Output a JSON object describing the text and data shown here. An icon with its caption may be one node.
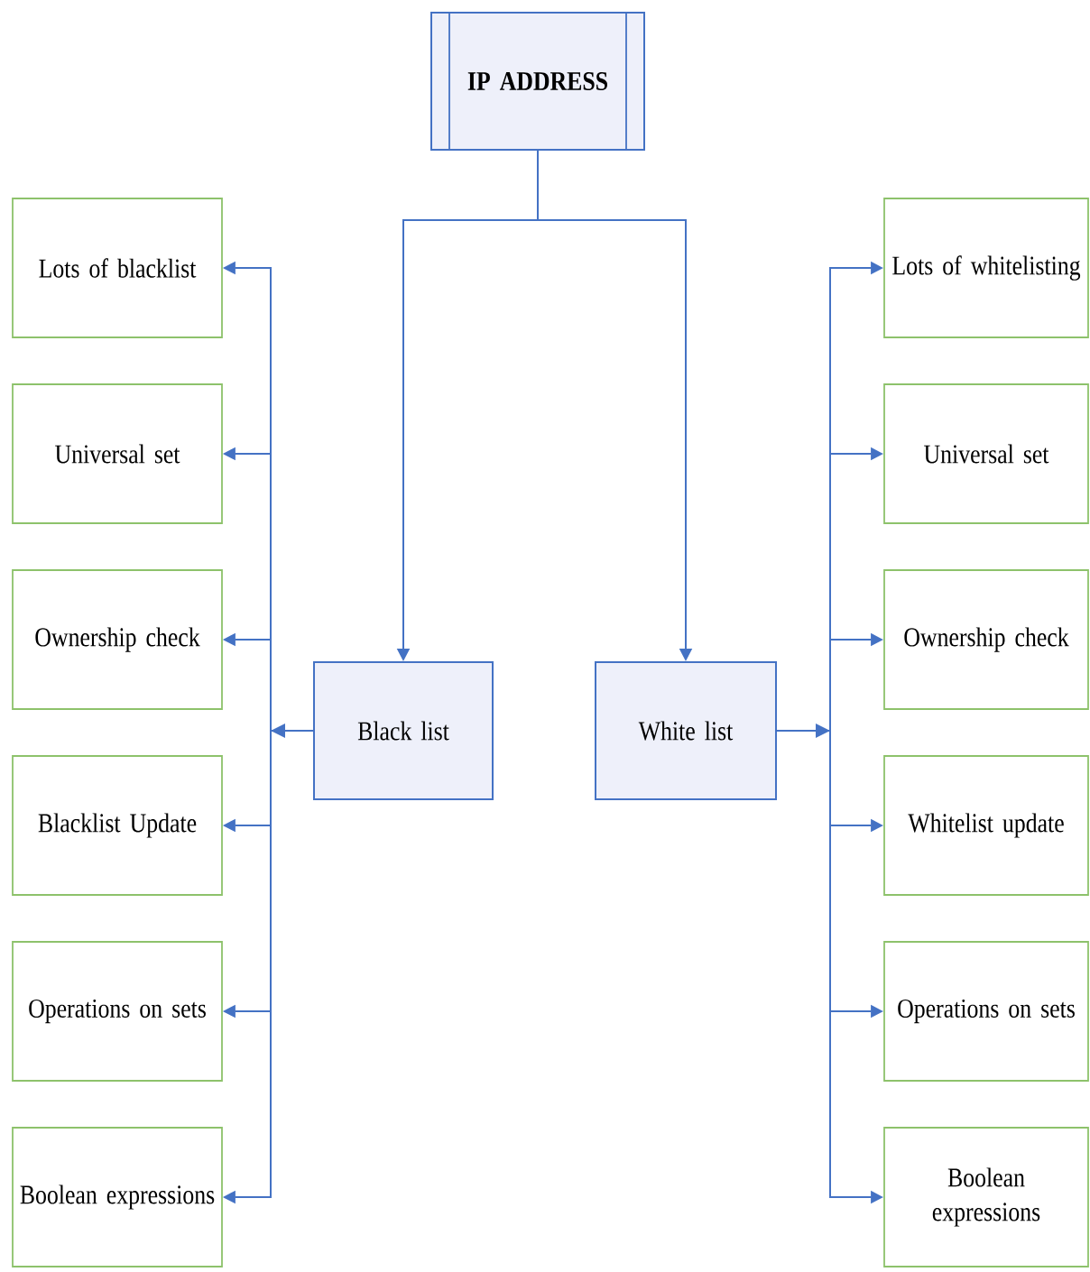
{
  "diagram": {
    "nodes": [
      {
        "text": [
          "IP ADDRESS"
        ]
      },
      {
        "text": [
          "Black list"
        ]
      },
      {
        "text": [
          "White list"
        ]
      },
      {
        "text": [
          "Lots of blacklist"
        ]
      },
      {
        "text": [
          "Universal set"
        ]
      },
      {
        "text": [
          "Ownership check"
        ]
      },
      {
        "text": [
          "Blacklist Update"
        ]
      },
      {
        "text": [
          "Operations on sets"
        ]
      },
      {
        "text": [
          "Boolean expressions"
        ]
      },
      {
        "text": [
          "Lots of whitelisting"
        ]
      },
      {
        "text": [
          "Universal set"
        ]
      },
      {
        "text": [
          "Ownership check"
        ]
      },
      {
        "text": [
          "Whitelist update"
        ]
      },
      {
        "text": [
          "Operations on sets"
        ]
      },
      {
        "text": [
          "Boolean expressions"
        ]
      }
    ],
    "edges": [
      {
        "from": 0,
        "to": 1,
        "arrow": "to"
      },
      {
        "from": 0,
        "to": 2,
        "arrow": "to"
      },
      {
        "from": 1,
        "to": 3,
        "arrow": "to"
      },
      {
        "from": 1,
        "to": 4,
        "arrow": "to"
      },
      {
        "from": 1,
        "to": 5,
        "arrow": "to"
      },
      {
        "from": 1,
        "to": 6,
        "arrow": "to"
      },
      {
        "from": 1,
        "to": 7,
        "arrow": "to"
      },
      {
        "from": 1,
        "to": 8,
        "arrow": "to"
      },
      {
        "from": 2,
        "to": 9,
        "arrow": "to"
      },
      {
        "from": 2,
        "to": 10,
        "arrow": "to"
      },
      {
        "from": 2,
        "to": 11,
        "arrow": "to"
      },
      {
        "from": 2,
        "to": 12,
        "arrow": "to"
      },
      {
        "from": 2,
        "to": 13,
        "arrow": "to"
      },
      {
        "from": 2,
        "to": 14,
        "arrow": "to"
      }
    ]
  }
}
